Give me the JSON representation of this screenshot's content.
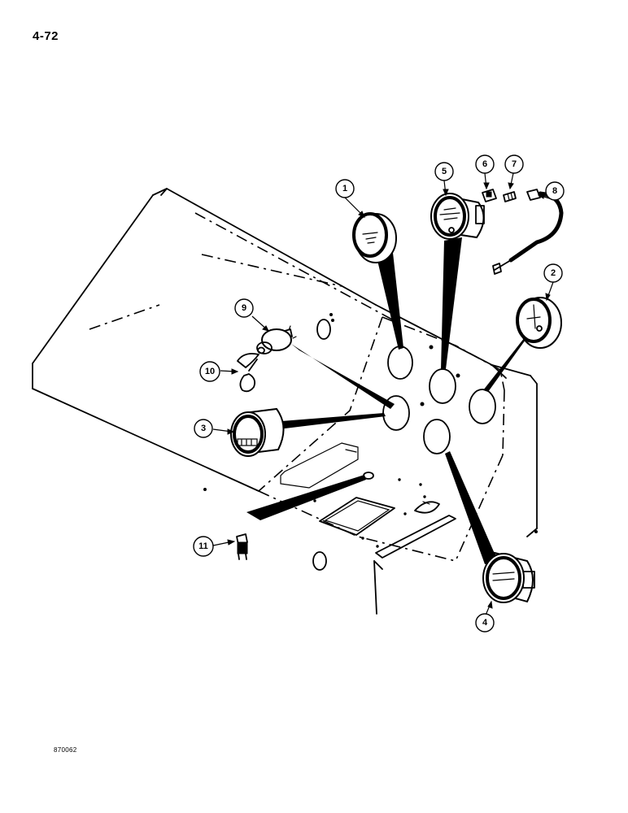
{
  "page": {
    "page_number": "4-72",
    "figure_code": "870062"
  },
  "callouts": [
    {
      "id": "callout-1",
      "number": "1"
    },
    {
      "id": "callout-2",
      "number": "2"
    },
    {
      "id": "callout-3",
      "number": "3"
    },
    {
      "id": "callout-4",
      "number": "4"
    },
    {
      "id": "callout-5",
      "number": "5"
    },
    {
      "id": "callout-6",
      "number": "6"
    },
    {
      "id": "callout-7",
      "number": "7"
    },
    {
      "id": "callout-8",
      "number": "8"
    },
    {
      "id": "callout-9",
      "number": "9"
    },
    {
      "id": "callout-10",
      "number": "10"
    },
    {
      "id": "callout-11",
      "number": "11"
    }
  ],
  "parts": [
    {
      "callout": "1",
      "icon": "round-gauge-icon"
    },
    {
      "callout": "2",
      "icon": "round-gauge-icon"
    },
    {
      "callout": "3",
      "icon": "hourmeter-icon"
    },
    {
      "callout": "4",
      "icon": "ammeter-icon"
    },
    {
      "callout": "5",
      "icon": "pressure-gauge-icon"
    },
    {
      "callout": "6",
      "icon": "connector-icon"
    },
    {
      "callout": "7",
      "icon": "fitting-icon"
    },
    {
      "callout": "8",
      "icon": "hose-icon"
    },
    {
      "callout": "9",
      "icon": "key-switch-icon"
    },
    {
      "callout": "10",
      "icon": "key-icon"
    },
    {
      "callout": "11",
      "icon": "indicator-lamp-icon"
    }
  ]
}
